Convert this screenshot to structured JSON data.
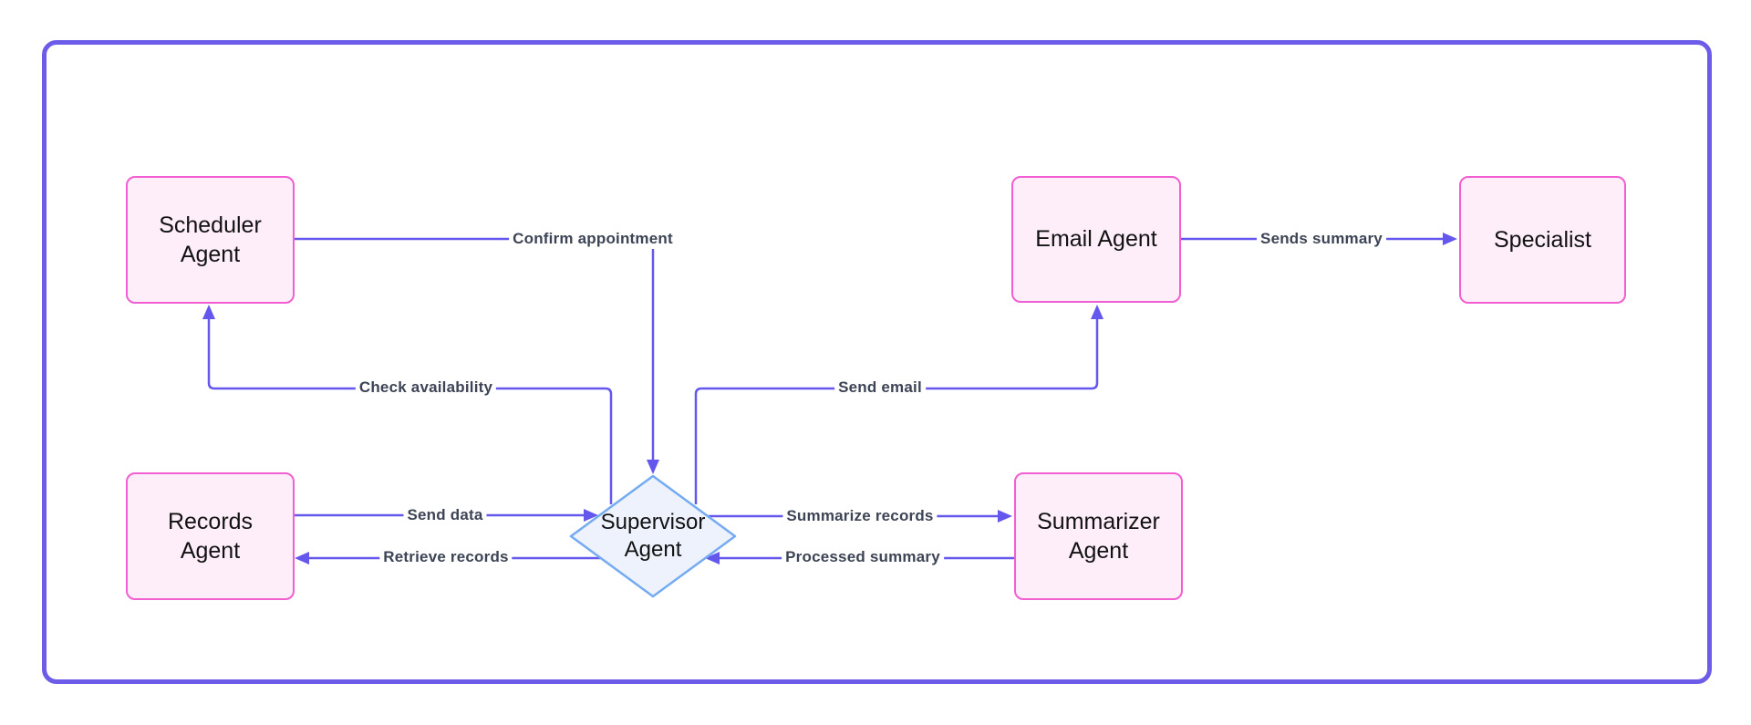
{
  "diagram": {
    "nodes": {
      "scheduler": {
        "lines": [
          "Scheduler",
          "Agent"
        ],
        "shape": "rectangle"
      },
      "email": {
        "lines": [
          "Email Agent"
        ],
        "shape": "rectangle"
      },
      "specialist": {
        "lines": [
          "Specialist"
        ],
        "shape": "rectangle"
      },
      "records": {
        "lines": [
          "Records",
          "Agent"
        ],
        "shape": "rectangle"
      },
      "summarizer": {
        "lines": [
          "Summarizer",
          "Agent"
        ],
        "shape": "rectangle"
      },
      "supervisor": {
        "lines": [
          "Supervisor",
          "Agent"
        ],
        "shape": "diamond"
      }
    },
    "edges": [
      {
        "id": "confirm-appointment",
        "label": "Confirm appointment",
        "from": "scheduler",
        "to": "supervisor"
      },
      {
        "id": "check-availability",
        "label": "Check availability",
        "from": "supervisor",
        "to": "scheduler"
      },
      {
        "id": "send-data",
        "label": "Send data",
        "from": "records",
        "to": "supervisor"
      },
      {
        "id": "retrieve-records",
        "label": "Retrieve records",
        "from": "supervisor",
        "to": "records"
      },
      {
        "id": "summarize-records",
        "label": "Summarize records",
        "from": "supervisor",
        "to": "summarizer"
      },
      {
        "id": "processed-summary",
        "label": "Processed summary",
        "from": "summarizer",
        "to": "supervisor"
      },
      {
        "id": "send-email",
        "label": "Send email",
        "from": "supervisor",
        "to": "email"
      },
      {
        "id": "sends-summary",
        "label": "Sends summary",
        "from": "email",
        "to": "specialist"
      }
    ],
    "colors": {
      "frame_border": "#6c5ce8",
      "node_fill": "#fdeef9",
      "node_border": "#f15ed2",
      "diamond_fill": "#edf2fc",
      "diamond_border": "#75abf1",
      "connector": "#6457ee",
      "edge_label_text": "#3c4455",
      "node_text": "#121212",
      "background": "#ffffff"
    }
  }
}
